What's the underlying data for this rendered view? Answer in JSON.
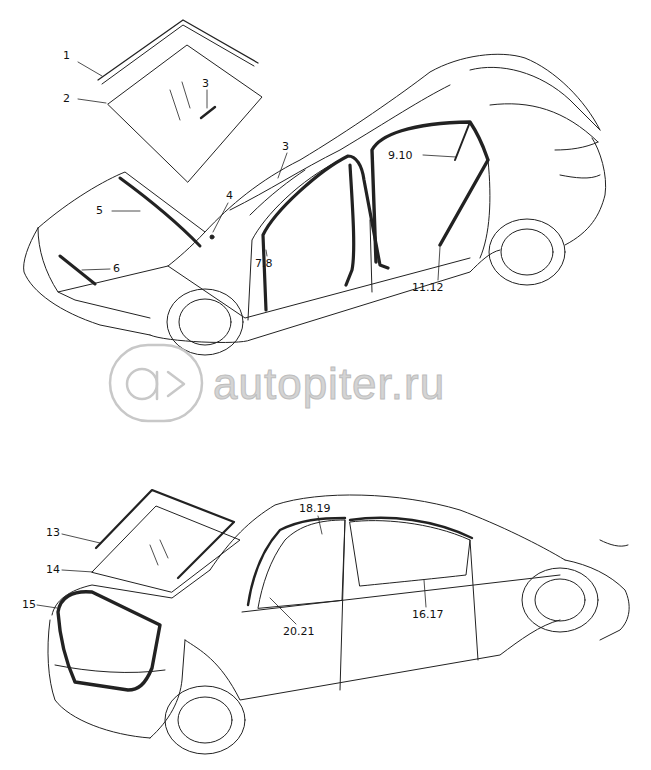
{
  "diagram": {
    "labels": [
      "1",
      "2",
      "3",
      "3",
      "4",
      "9.10",
      "5",
      "6",
      "7.8",
      "11.12",
      "autopiter.ru",
      "13",
      "18.19",
      "14",
      "15",
      "20.21",
      "16.17"
    ]
  }
}
